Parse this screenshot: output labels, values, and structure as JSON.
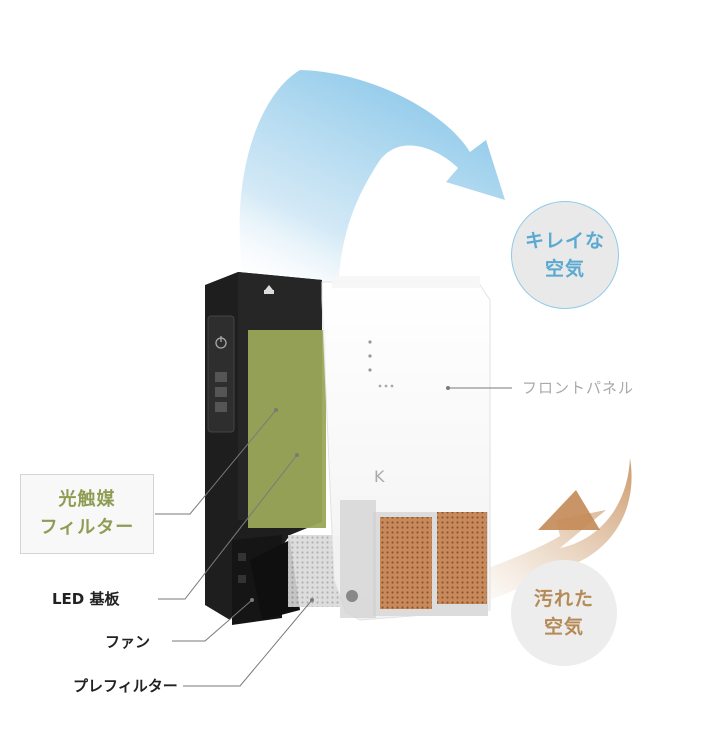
{
  "labels": {
    "clean_air": [
      "キレイな",
      "空気"
    ],
    "dirty_air": [
      "汚れた",
      "空気"
    ],
    "front_panel": "フロントパネル",
    "photocatalyst_filter": [
      "光触媒",
      "フィルター"
    ],
    "led_board": "LED 基板",
    "fan": "ファン",
    "prefilter": "プレフィルター"
  },
  "device_logo": "K",
  "colors": {
    "clean_air": "#5aa9d1",
    "clean_air_border": "#8ecbe9",
    "dirty_air": "#b58a57",
    "photocatalyst": "#8e9c54",
    "filter_panel": "#9aa757",
    "body_dark": "#1e1e1e",
    "front_panel": "#f2f2f2",
    "vent_copper": "#b9794d"
  },
  "icons": [
    "power-icon",
    "fan-speed-icon",
    "light-icon",
    "mode-icon",
    "device-logo-icon"
  ]
}
